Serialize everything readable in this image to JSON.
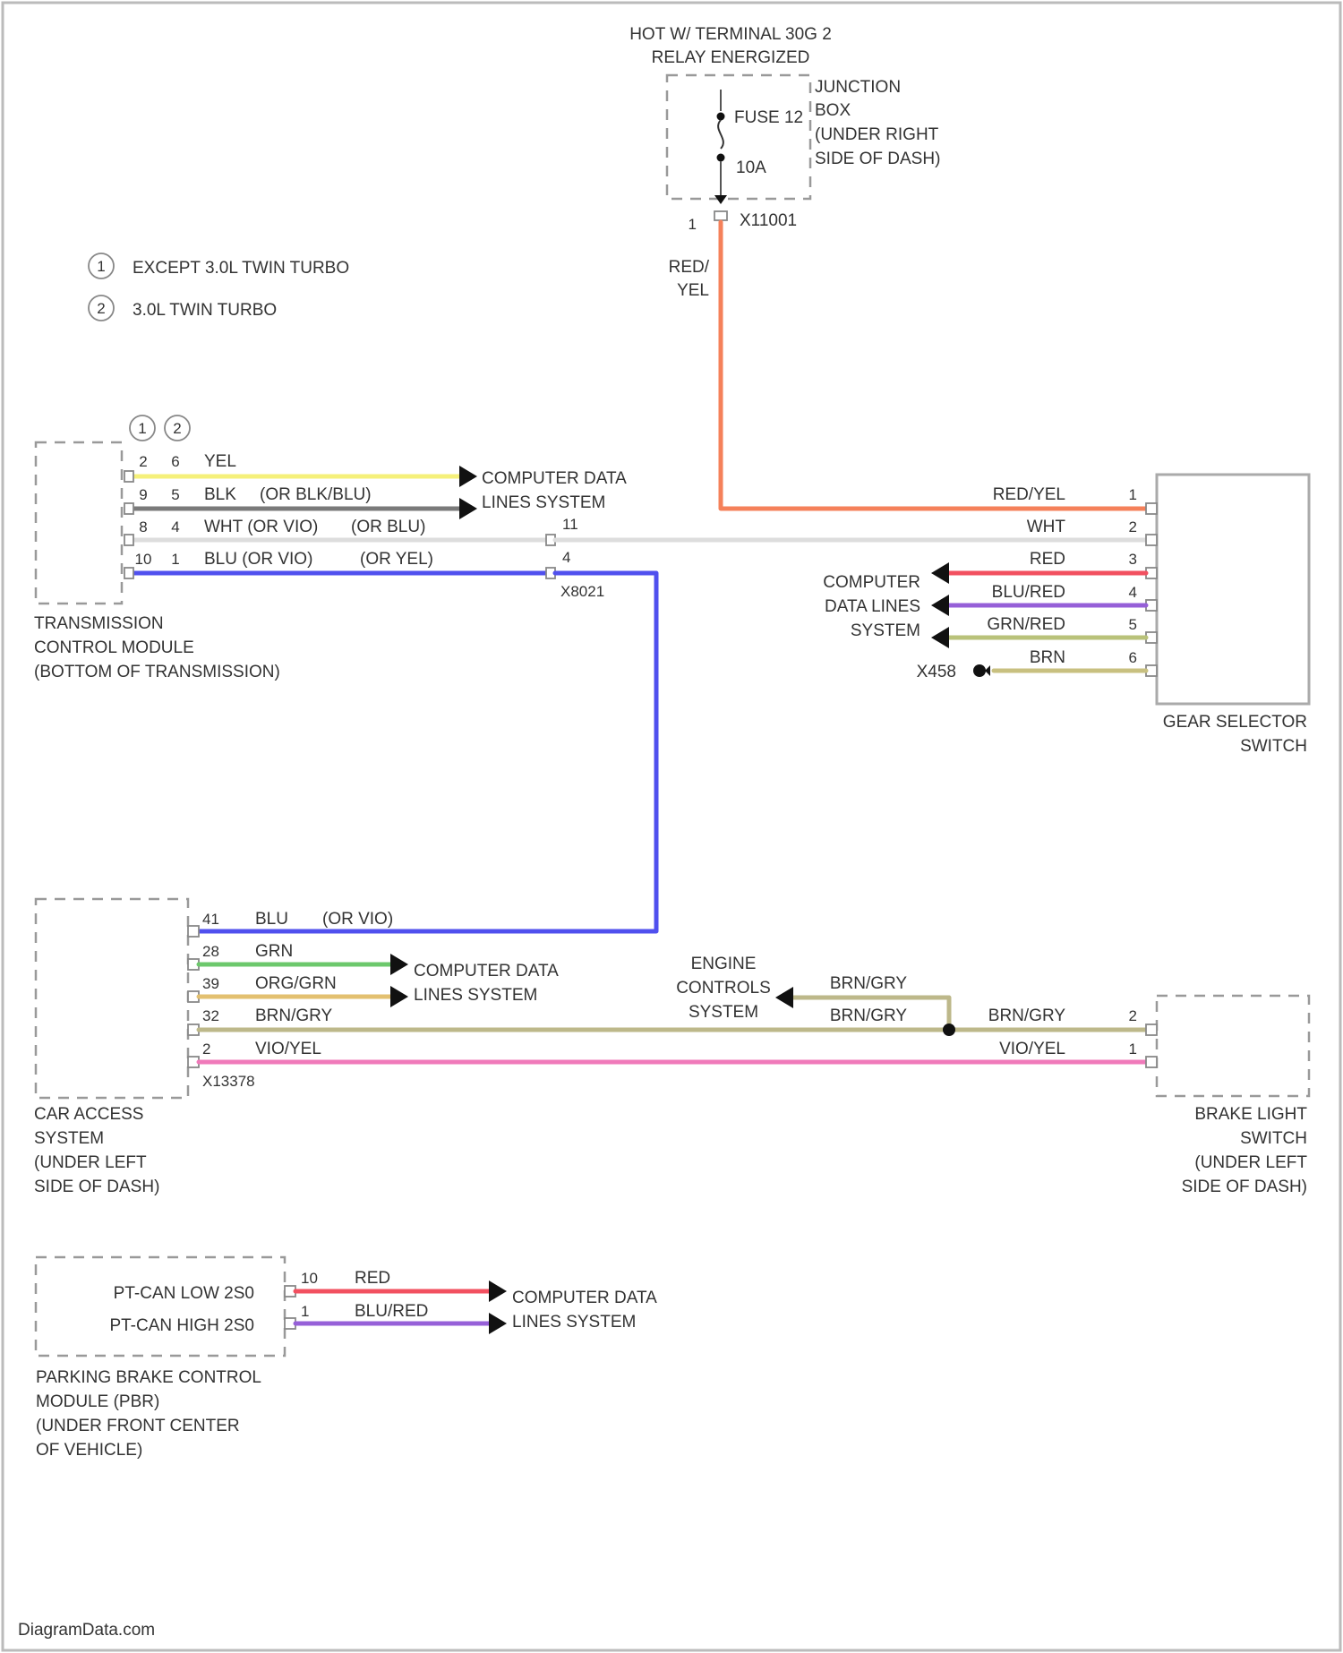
{
  "header": {
    "line1": "HOT W/ TERMINAL 30G 2",
    "line2": "RELAY ENERGIZED"
  },
  "junction_box": {
    "label_lines": [
      "JUNCTION",
      "BOX",
      "(UNDER RIGHT",
      "SIDE OF DASH)"
    ],
    "fuse_name": "FUSE 12",
    "fuse_rating": "10A",
    "connector": "X11001",
    "pin": "1"
  },
  "legend": [
    {
      "num": "1",
      "text": "EXCEPT 3.0L TWIN TURBO"
    },
    {
      "num": "2",
      "text": "3.0L TWIN TURBO"
    }
  ],
  "tcm": {
    "label_lines": [
      "TRANSMISSION",
      "CONTROL MODULE",
      "(BOTTOM OF TRANSMISSION)"
    ],
    "variant_headers": [
      "1",
      "2"
    ],
    "rows": [
      {
        "pin1": "2",
        "pin2": "6",
        "color": "YEL"
      },
      {
        "pin1": "9",
        "pin2": "5",
        "color": "BLK",
        "alt": "(OR BLK/BLU)"
      },
      {
        "pin1": "8",
        "pin2": "4",
        "color": "WHT (OR VIO)",
        "alt": "(OR BLU)"
      },
      {
        "pin1": "10",
        "pin2": "1",
        "color": "BLU (OR VIO)",
        "alt": "(OR YEL)"
      }
    ],
    "cdls_lines": [
      "COMPUTER DATA",
      "LINES SYSTEM"
    ],
    "splice_pins": [
      "11",
      "4"
    ],
    "splice_connector": "X8021"
  },
  "red_yel_vertical": {
    "line1": "RED/",
    "line2": "YEL"
  },
  "gear_selector": {
    "label_lines": [
      "GEAR SELECTOR",
      "SWITCH"
    ],
    "rows": [
      {
        "pin": "1",
        "color": "RED/YEL"
      },
      {
        "pin": "2",
        "color": "WHT"
      },
      {
        "pin": "3",
        "color": "RED"
      },
      {
        "pin": "4",
        "color": "BLU/RED"
      },
      {
        "pin": "5",
        "color": "GRN/RED"
      },
      {
        "pin": "6",
        "color": "BRN"
      }
    ],
    "cdls_lines": [
      "COMPUTER",
      "DATA LINES",
      "SYSTEM"
    ],
    "ground": "X458"
  },
  "cas": {
    "label_lines": [
      "CAR ACCESS",
      "SYSTEM",
      "(UNDER LEFT",
      "SIDE OF DASH)"
    ],
    "rows": [
      {
        "pin": "41",
        "color": "BLU",
        "alt": "(OR VIO)"
      },
      {
        "pin": "28",
        "color": "GRN"
      },
      {
        "pin": "39",
        "color": "ORG/GRN"
      },
      {
        "pin": "32",
        "color": "BRN/GRY"
      },
      {
        "pin": "2",
        "color": "VIO/YEL"
      }
    ],
    "connector": "X13378",
    "cdls_lines": [
      "COMPUTER DATA",
      "LINES SYSTEM"
    ]
  },
  "engine_controls": {
    "label_lines": [
      "ENGINE",
      "CONTROLS",
      "SYSTEM"
    ],
    "wire_upper": "BRN/GRY",
    "wire_lower": "BRN/GRY"
  },
  "brake_light": {
    "label_lines": [
      "BRAKE LIGHT",
      "SWITCH",
      "(UNDER LEFT",
      "SIDE OF DASH)"
    ],
    "rows": [
      {
        "pin": "2",
        "color": "BRN/GRY"
      },
      {
        "pin": "1",
        "color": "VIO/YEL"
      }
    ]
  },
  "pbr": {
    "label_lines": [
      "PARKING BRAKE CONTROL",
      "MODULE (PBR)",
      "(UNDER FRONT CENTER",
      "OF VEHICLE)"
    ],
    "signals": [
      "PT-CAN LOW 2S0",
      "PT-CAN HIGH 2S0"
    ],
    "rows": [
      {
        "pin": "10",
        "color": "RED"
      },
      {
        "pin": "1",
        "color": "BLU/RED"
      }
    ],
    "cdls_lines": [
      "COMPUTER DATA",
      "LINES SYSTEM"
    ]
  },
  "footer": "DiagramData.com",
  "colors": {
    "red_yel": "#f5815a",
    "yel": "#f5f07a",
    "blk": "#7a7a7a",
    "wht": "#dddddd",
    "blu": "#5050ee",
    "red": "#f25060",
    "blu_red": "#9660d8",
    "grn_red": "#b9c27a",
    "brn": "#c8c080",
    "grn": "#6cc86c",
    "org_grn": "#e3c070",
    "brn_gry": "#bdb88a",
    "vio_yel": "#f07aba"
  }
}
